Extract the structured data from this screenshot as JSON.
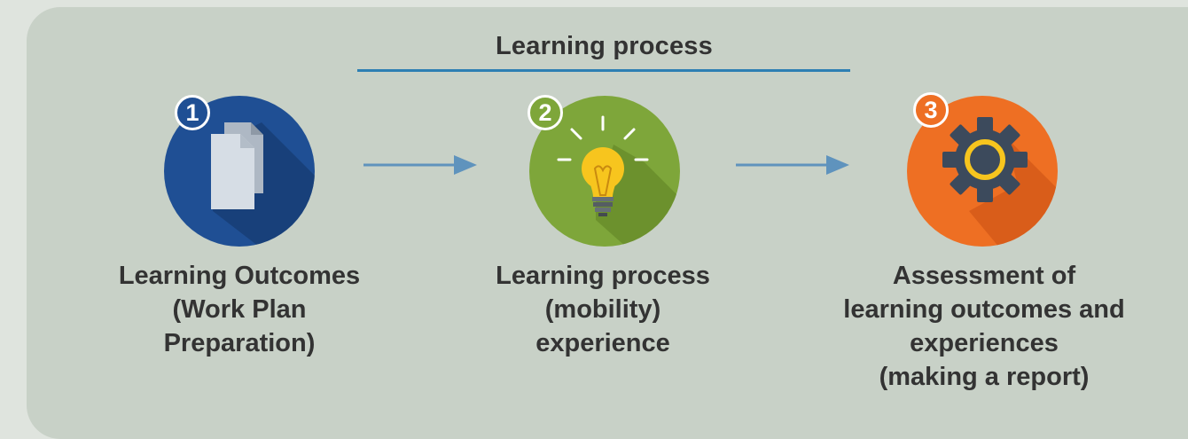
{
  "header": {
    "title": "Learning process"
  },
  "steps": [
    {
      "number": "1",
      "icon": "documents-icon",
      "color": "#1f4f94",
      "lines": [
        "Learning Outcomes",
        "(Work Plan",
        "Preparation)"
      ]
    },
    {
      "number": "2",
      "icon": "lightbulb-icon",
      "color": "#7ea63a",
      "lines": [
        "Learning process",
        "(mobility)",
        "experience"
      ]
    },
    {
      "number": "3",
      "icon": "gear-icon",
      "color": "#ee6f23",
      "lines": [
        "Assessment of",
        "learning outcomes and",
        "experiences",
        "(making a report)"
      ]
    }
  ],
  "colors": {
    "accent_line": "#2d7fb3",
    "arrow": "#5f93bd",
    "panel": "#c8d1c7",
    "background": "#dfe4de"
  }
}
